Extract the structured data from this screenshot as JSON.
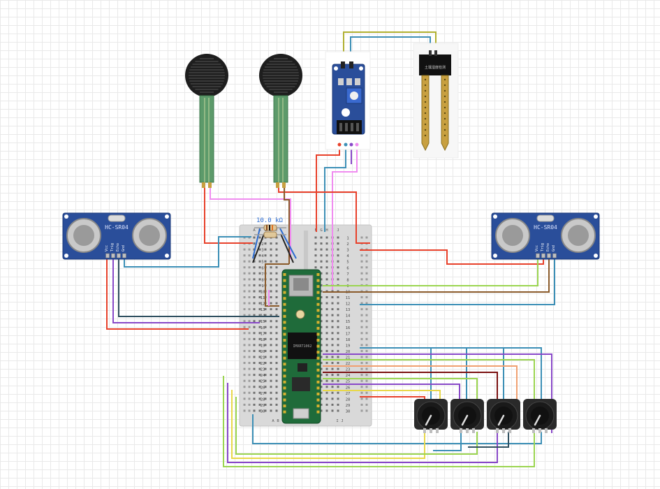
{
  "resistor": {
    "label": "10.0 kΩ"
  },
  "ultrasonic_left": {
    "label": "HC-SR04",
    "pins": [
      "Vcc",
      "Trig",
      "Echo",
      "Gnd"
    ]
  },
  "ultrasonic_right": {
    "label": "HC-SR04",
    "pins": [
      "Vcc",
      "Trig",
      "Echo",
      "Gnd"
    ]
  },
  "soil_probe": {
    "label": "土壤湿度检测"
  },
  "teensy": {
    "chip_label": "IMXRT1062"
  },
  "breadboard": {
    "column_letters_left": [
      "A",
      "B"
    ],
    "column_letters_right": [
      "I",
      "J"
    ],
    "top_letters_left": [
      "A",
      "B",
      "C",
      "D",
      "E"
    ],
    "top_letters_right": [
      "F",
      "G",
      "H",
      "I",
      "J"
    ],
    "row_numbers": [
      "1",
      "2",
      "3",
      "4",
      "5",
      "6",
      "7",
      "8",
      "9",
      "10",
      "11",
      "12",
      "13",
      "14",
      "15",
      "16",
      "17",
      "18",
      "19",
      "20",
      "21",
      "22",
      "23",
      "24",
      "25",
      "26",
      "27",
      "28",
      "29",
      "30"
    ]
  },
  "colors": {
    "wire_red": "#e8402a",
    "wire_blue": "#3c8fb6",
    "wire_green": "#9bd550",
    "wire_yellow": "#e8d84a",
    "wire_purple": "#8848c8",
    "wire_pink": "#f08cf0",
    "wire_brown": "#8a5a2a",
    "wire_orange": "#f0a070",
    "wire_darkred": "#7a1010",
    "wire_olive": "#b0b030",
    "wire_slate": "#2f4f5f",
    "module_blue": "#2a4e9a",
    "pcb_green": "#1f6b3a"
  }
}
